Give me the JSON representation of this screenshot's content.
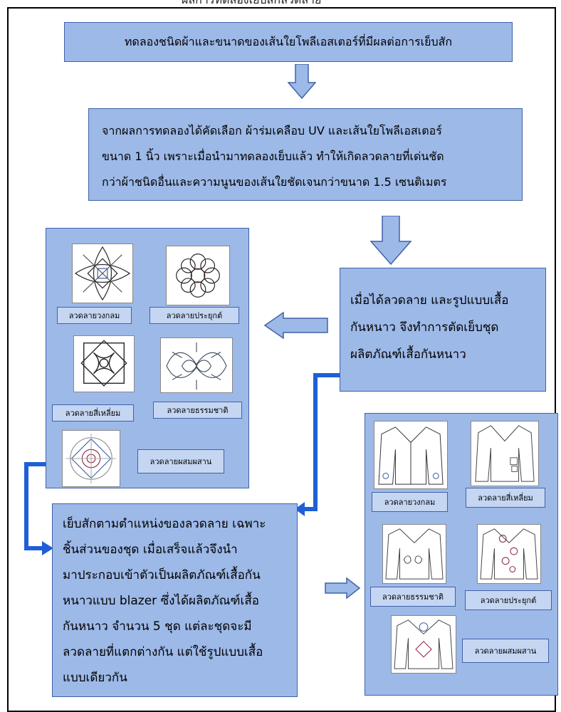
{
  "top_partial_text": "ผลการทดลองเย็บสักลวดลาย",
  "step1": "ทดลองชนิดผ้าและขนาดของเส้นใยโพลีเอสเตอร์ที่มีผลต่อการเย็บสัก",
  "step2": {
    "line1": "จากผลการทดลองได้คัดเลือก ผ้าร่มเคลือบ UV  และเส้นใยโพลีเอสเตอร์",
    "line2": "ขนาด 1 นิ้ว เพราะเมื่อนำมาทดลองเย็บแล้ว ทำให้เกิดลวดลายที่เด่นชัด",
    "line3": "กว่าผ้าชนิดอื่นและความนูนของเส้นใยชัดเจนกว่าขนาด 1.5 เซนติเมตร"
  },
  "step3": {
    "line1": "เมื่อได้ลวดลาย และรูปแบบเสื้อ",
    "line2": "กันหนาว จึงทำการตัดเย็บชุด",
    "line3": "ผลิตภัณฑ์เสื้อกันหนาว"
  },
  "patterns": {
    "circle": "ลวดลายวงกลม",
    "applied": "ลวดลายประยุกต์",
    "square": "ลวดลายสี่เหลี่ยม",
    "nature": "ลวดลายธรรมชาติ",
    "mixed": "ลวดลายผสมผสาน"
  },
  "jackets": {
    "circle": "ลวดลายวงกลม",
    "square": "ลวดลายสี่เหลี่ยม",
    "nature": "ลวดลายธรรมชาติ",
    "applied": "ลวดลายประยุกต์",
    "mixed": "ลวดลายผสมผสาน"
  },
  "step4": {
    "line1": "เย็บสักตามตำแหน่งของลวดลาย เฉพาะ",
    "line2": "ชิ้นส่วนของชุด เมื่อเสร็จแล้วจึงนำ",
    "line3": "มาประกอบเข้าตัวเป็นผลิตภัณฑ์เสื้อกัน",
    "line4": "หนาวแบบ blazer ซึ่งได้ผลิตภัณฑ์เสื้อ",
    "line5": "กันหนาว จำนวน 5 ชุด แต่ละชุดจะมี",
    "line6": "ลวดลายที่แตกต่างกัน แต่ใช้รูปแบบเสื้อ",
    "line7": "แบบเดียวกัน"
  },
  "colors": {
    "box_fill": "#9db9e8",
    "box_border": "#3f62a8",
    "connector": "#1f5fd6"
  }
}
